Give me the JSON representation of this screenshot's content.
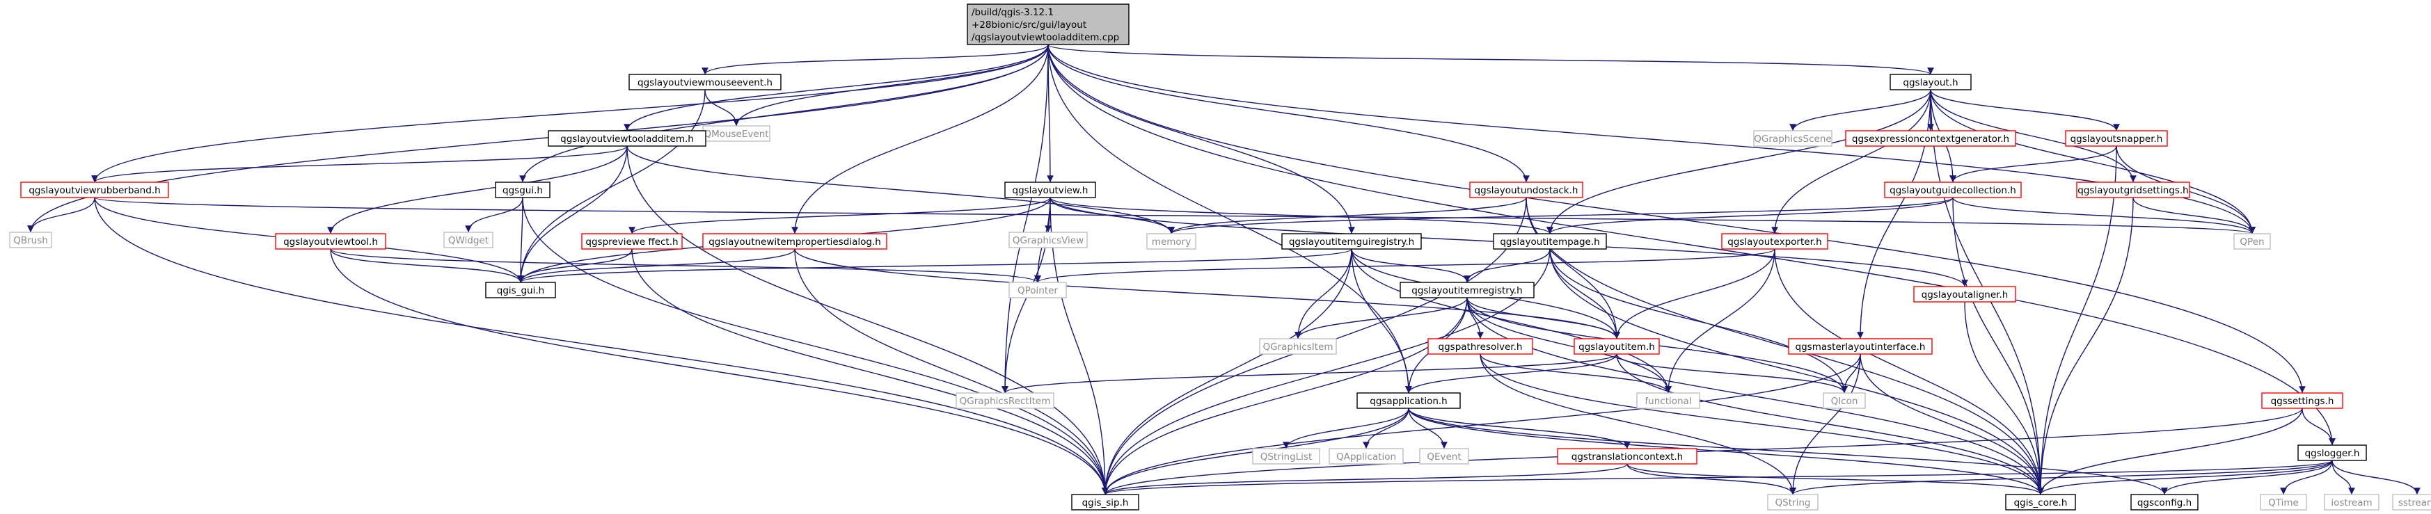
{
  "colors": {
    "edge": "#191970",
    "normal_border": "#000000",
    "normal_text": "#000000",
    "undocumented_border": "#ff0000",
    "undocumented_text": "#000000",
    "external_border": "#bfbfbf",
    "external_text": "#8c8c8c",
    "root_fill": "#bfbfbf",
    "node_fill": "#ffffff"
  },
  "nodes": [
    {
      "id": "root",
      "kind": "root",
      "lines": [
        "/build/qgis-3.12.1",
        "+28bionic/src/gui/layout",
        "/qgslayoutviewtooladditem.cpp"
      ]
    },
    {
      "id": "mouseevent",
      "kind": "normal",
      "lines": [
        "qgslayoutviewmouseevent.h"
      ]
    },
    {
      "id": "qmouseevent",
      "kind": "external",
      "lines": [
        "QMouseEvent"
      ]
    },
    {
      "id": "tooladditem",
      "kind": "normal",
      "lines": [
        "qgslayoutviewtooladditem.h"
      ]
    },
    {
      "id": "rubberband",
      "kind": "red",
      "lines": [
        "qgslayoutviewrubberband.h"
      ]
    },
    {
      "id": "qbrush",
      "kind": "external",
      "lines": [
        "QBrush"
      ]
    },
    {
      "id": "viewtool",
      "kind": "red",
      "lines": [
        "qgslayoutviewtool.h"
      ]
    },
    {
      "id": "qgsgui",
      "kind": "normal",
      "lines": [
        "qgsgui.h"
      ]
    },
    {
      "id": "qwidget",
      "kind": "external",
      "lines": [
        "QWidget"
      ]
    },
    {
      "id": "qgisgui",
      "kind": "normal",
      "lines": [
        "qgis_gui.h"
      ]
    },
    {
      "id": "previeweffect",
      "kind": "red",
      "lines": [
        "qgspreviewe ffect.h"
      ]
    },
    {
      "id": "newitemprops",
      "kind": "red",
      "lines": [
        "qgslayoutnewitempropertiesdialog.h"
      ]
    },
    {
      "id": "layoutview",
      "kind": "normal",
      "lines": [
        "qgslayoutview.h"
      ]
    },
    {
      "id": "qgraphicsview",
      "kind": "external",
      "lines": [
        "QGraphicsView"
      ]
    },
    {
      "id": "memory",
      "kind": "external",
      "lines": [
        "memory"
      ]
    },
    {
      "id": "qpointer",
      "kind": "external",
      "lines": [
        "QPointer"
      ]
    },
    {
      "id": "qgraphicsrectitem",
      "kind": "external",
      "lines": [
        "QGraphicsRectItem"
      ]
    },
    {
      "id": "itemguiregistry",
      "kind": "normal",
      "lines": [
        "qgslayoutitemguiregistry.h"
      ]
    },
    {
      "id": "undostack",
      "kind": "red",
      "lines": [
        "qgslayoutundostack.h"
      ]
    },
    {
      "id": "itempage",
      "kind": "normal",
      "lines": [
        "qgslayoutitempage.h"
      ]
    },
    {
      "id": "itemregistry",
      "kind": "normal",
      "lines": [
        "qgslayoutitemregistry.h"
      ]
    },
    {
      "id": "qgraphicsitem",
      "kind": "external",
      "lines": [
        "QGraphicsItem"
      ]
    },
    {
      "id": "pathresolver",
      "kind": "red",
      "lines": [
        "qgspathresolver.h"
      ]
    },
    {
      "id": "layoutitem",
      "kind": "red",
      "lines": [
        "qgslayoutitem.h"
      ]
    },
    {
      "id": "functional",
      "kind": "external",
      "lines": [
        "functional"
      ]
    },
    {
      "id": "qicon",
      "kind": "external",
      "lines": [
        "QIcon"
      ]
    },
    {
      "id": "qgsapplication",
      "kind": "normal",
      "lines": [
        "qgsapplication.h"
      ]
    },
    {
      "id": "qstringlist",
      "kind": "external",
      "lines": [
        "QStringList"
      ]
    },
    {
      "id": "qapplication",
      "kind": "external",
      "lines": [
        "QApplication"
      ]
    },
    {
      "id": "qevent",
      "kind": "external",
      "lines": [
        "QEvent"
      ]
    },
    {
      "id": "translationcontext",
      "kind": "red",
      "lines": [
        "qgstranslationcontext.h"
      ]
    },
    {
      "id": "qgissip",
      "kind": "normal",
      "lines": [
        "qgis_sip.h"
      ]
    },
    {
      "id": "qstring",
      "kind": "external",
      "lines": [
        "QString"
      ]
    },
    {
      "id": "qgiscore",
      "kind": "normal",
      "lines": [
        "qgis_core.h"
      ]
    },
    {
      "id": "qgsconfig",
      "kind": "normal",
      "lines": [
        "qgsconfig.h"
      ]
    },
    {
      "id": "layouth",
      "kind": "normal",
      "lines": [
        "qgslayout.h"
      ]
    },
    {
      "id": "qgraphicsscene",
      "kind": "external",
      "lines": [
        "QGraphicsScene"
      ]
    },
    {
      "id": "exprctxgen",
      "kind": "red",
      "lines": [
        "qgsexpressioncontextgenerator.h"
      ]
    },
    {
      "id": "snapper",
      "kind": "red",
      "lines": [
        "qgslayoutsnapper.h"
      ]
    },
    {
      "id": "guidecollection",
      "kind": "red",
      "lines": [
        "qgslayoutguidecollection.h"
      ]
    },
    {
      "id": "gridsettings",
      "kind": "red",
      "lines": [
        "qgslayoutgridsettings.h"
      ]
    },
    {
      "id": "qpen",
      "kind": "external",
      "lines": [
        "QPen"
      ]
    },
    {
      "id": "exporter",
      "kind": "red",
      "lines": [
        "qgslayoutexporter.h"
      ]
    },
    {
      "id": "aligner",
      "kind": "red",
      "lines": [
        "qgslayoutaligner.h"
      ]
    },
    {
      "id": "masterlayout",
      "kind": "red",
      "lines": [
        "qgsmasterlayoutinterface.h"
      ]
    },
    {
      "id": "qgssettings",
      "kind": "red",
      "lines": [
        "qgssettings.h"
      ]
    },
    {
      "id": "qgslogger",
      "kind": "normal",
      "lines": [
        "qgslogger.h"
      ]
    },
    {
      "id": "qtime",
      "kind": "external",
      "lines": [
        "QTime"
      ]
    },
    {
      "id": "iostream",
      "kind": "external",
      "lines": [
        "iostream"
      ]
    },
    {
      "id": "sstream",
      "kind": "external",
      "lines": [
        "sstream"
      ]
    }
  ],
  "edges": [
    [
      "root",
      "mouseevent"
    ],
    [
      "root",
      "qmouseevent"
    ],
    [
      "root",
      "tooladditem"
    ],
    [
      "root",
      "rubberband"
    ],
    [
      "root",
      "qbrush"
    ],
    [
      "root",
      "qgsgui"
    ],
    [
      "root",
      "newitemprops"
    ],
    [
      "root",
      "layoutview"
    ],
    [
      "root",
      "qgraphicsrectitem"
    ],
    [
      "root",
      "itemguiregistry"
    ],
    [
      "root",
      "undostack"
    ],
    [
      "root",
      "qgsapplication"
    ],
    [
      "root",
      "layouth"
    ],
    [
      "root",
      "qpen"
    ],
    [
      "root",
      "qgssettings"
    ],
    [
      "root",
      "qgslogger"
    ],
    [
      "mouseevent",
      "qmouseevent"
    ],
    [
      "mouseevent",
      "qgisgui"
    ],
    [
      "tooladditem",
      "rubberband"
    ],
    [
      "tooladditem",
      "viewtool"
    ],
    [
      "tooladditem",
      "qgisgui"
    ],
    [
      "tooladditem",
      "qgissip"
    ],
    [
      "tooladditem",
      "memory"
    ],
    [
      "rubberband",
      "qbrush"
    ],
    [
      "rubberband",
      "qgisgui"
    ],
    [
      "rubberband",
      "qgissip"
    ],
    [
      "rubberband",
      "qpen"
    ],
    [
      "viewtool",
      "qgisgui"
    ],
    [
      "viewtool",
      "qgissip"
    ],
    [
      "viewtool",
      "qpointer"
    ],
    [
      "qgsgui",
      "qwidget"
    ],
    [
      "qgsgui",
      "qgisgui"
    ],
    [
      "qgsgui",
      "qgissip"
    ],
    [
      "previeweffect",
      "qgisgui"
    ],
    [
      "previeweffect",
      "qgissip"
    ],
    [
      "newitemprops",
      "qgisgui"
    ],
    [
      "newitemprops",
      "qgissip"
    ],
    [
      "newitemprops",
      "layoutitem"
    ],
    [
      "layoutview",
      "previeweffect"
    ],
    [
      "layoutview",
      "qgraphicsview"
    ],
    [
      "layoutview",
      "memory"
    ],
    [
      "layoutview",
      "qpointer"
    ],
    [
      "layoutview",
      "qgraphicsrectitem"
    ],
    [
      "layoutview",
      "itempage"
    ],
    [
      "layoutview",
      "qgissip"
    ],
    [
      "layoutview",
      "qgisgui"
    ],
    [
      "layoutview",
      "aligner"
    ],
    [
      "itemguiregistry",
      "itemregistry"
    ],
    [
      "itemguiregistry",
      "qgisgui"
    ],
    [
      "itemguiregistry",
      "qgissip"
    ],
    [
      "itemguiregistry",
      "qgsapplication"
    ],
    [
      "itemguiregistry",
      "qgraphicsitem"
    ],
    [
      "itemguiregistry",
      "layoutitem"
    ],
    [
      "itemguiregistry",
      "functional"
    ],
    [
      "undostack",
      "layoutitem"
    ],
    [
      "undostack",
      "memory"
    ],
    [
      "undostack",
      "qgissip"
    ],
    [
      "undostack",
      "qgiscore"
    ],
    [
      "itempage",
      "itemregistry"
    ],
    [
      "itempage",
      "layoutitem"
    ],
    [
      "itempage",
      "qgiscore"
    ],
    [
      "itempage",
      "qgissip"
    ],
    [
      "itempage",
      "qicon"
    ],
    [
      "itemregistry",
      "qgraphicsitem"
    ],
    [
      "itemregistry",
      "pathresolver"
    ],
    [
      "itemregistry",
      "layoutitem"
    ],
    [
      "itemregistry",
      "functional"
    ],
    [
      "itemregistry",
      "qicon"
    ],
    [
      "itemregistry",
      "qgsapplication"
    ],
    [
      "itemregistry",
      "qgiscore"
    ],
    [
      "itemregistry",
      "qgissip"
    ],
    [
      "pathresolver",
      "functional"
    ],
    [
      "pathresolver",
      "qgiscore"
    ],
    [
      "pathresolver",
      "qstring"
    ],
    [
      "layoutitem",
      "qgraphicsrectitem"
    ],
    [
      "layoutitem",
      "qicon"
    ],
    [
      "layoutitem",
      "qgsapplication"
    ],
    [
      "layoutitem",
      "qgiscore"
    ],
    [
      "qgsapplication",
      "qstringlist"
    ],
    [
      "qgsapplication",
      "qapplication"
    ],
    [
      "qgsapplication",
      "qevent"
    ],
    [
      "qgsapplication",
      "translationcontext"
    ],
    [
      "qgsapplication",
      "qgissip"
    ],
    [
      "qgsapplication",
      "qgiscore"
    ],
    [
      "qgsapplication",
      "qgsconfig"
    ],
    [
      "translationcontext",
      "qgiscore"
    ],
    [
      "translationcontext",
      "qgissip"
    ],
    [
      "translationcontext",
      "qstring"
    ],
    [
      "layouth",
      "qgraphicsscene"
    ],
    [
      "layouth",
      "exprctxgen"
    ],
    [
      "layouth",
      "snapper"
    ],
    [
      "layouth",
      "guidecollection"
    ],
    [
      "layouth",
      "gridsettings"
    ],
    [
      "layouth",
      "exporter"
    ],
    [
      "layouth",
      "masterlayout"
    ],
    [
      "layouth",
      "itempage"
    ],
    [
      "layouth",
      "qgiscore"
    ],
    [
      "layouth",
      "qpen"
    ],
    [
      "snapper",
      "guidecollection"
    ],
    [
      "snapper",
      "qpen"
    ],
    [
      "snapper",
      "qgiscore"
    ],
    [
      "guidecollection",
      "itempage"
    ],
    [
      "guidecollection",
      "memory"
    ],
    [
      "guidecollection",
      "qpen"
    ],
    [
      "guidecollection",
      "qgiscore"
    ],
    [
      "gridsettings",
      "qpen"
    ],
    [
      "gridsettings",
      "qgiscore"
    ],
    [
      "exporter",
      "layoutitem"
    ],
    [
      "exporter",
      "functional"
    ],
    [
      "exporter",
      "qgiscore"
    ],
    [
      "exporter",
      "qpointer"
    ],
    [
      "aligner",
      "qgiscore"
    ],
    [
      "masterlayout",
      "qicon"
    ],
    [
      "masterlayout",
      "qgiscore"
    ],
    [
      "masterlayout",
      "qgissip"
    ],
    [
      "masterlayout",
      "qstring"
    ],
    [
      "qgssettings",
      "qgslogger"
    ],
    [
      "qgssettings",
      "qgiscore"
    ],
    [
      "qgssettings",
      "qgissip"
    ],
    [
      "qgslogger",
      "qtime"
    ],
    [
      "qgslogger",
      "iostream"
    ],
    [
      "qgslogger",
      "sstream"
    ],
    [
      "qgslogger",
      "qgiscore"
    ],
    [
      "qgslogger",
      "qgsconfig"
    ],
    [
      "qgslogger",
      "qgissip"
    ],
    [
      "qgslogger",
      "qstring"
    ]
  ]
}
